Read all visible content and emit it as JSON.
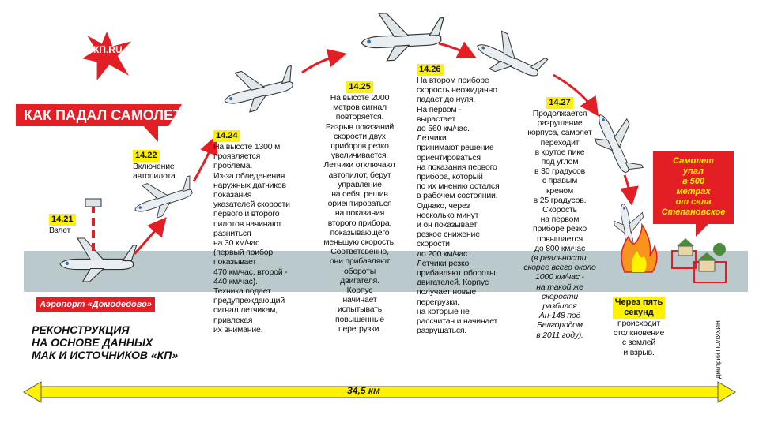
{
  "header": {
    "logo_text": "КП.RU",
    "title": "КАК ПАДАЛ САМОЛЕТ"
  },
  "events": [
    {
      "time": "14.21",
      "text": "Взлет"
    },
    {
      "time": "14.22",
      "text": "Включение\nавтопилота"
    },
    {
      "time": "14.24",
      "text": "На высоте 1300 м\nпроявляется\nпроблема.\nИз-за обледенения\nнаружных датчиков\nпоказания\nуказателей скорости\nпервого и второго\nпилотов начинают\nразниться\nна 30 км/час\n(первый прибор\nпоказывает\n470 км/час, второй -\n440 км/час).\nТехника подает\nпредупреждающий\nсигнал летчикам,\nпривлекая\nих внимание."
    },
    {
      "time": "14.25",
      "text": "На высоте 2000\nметров сигнал\nповторяется.\nРазрыв показаний\nскорости двух\nприборов резко\nувеличивается.\nЛетчики отключают\nавтопилот, берут\nуправление\nна себя, решив\nориентироваться\nна показания\nвторого прибора,\nпоказывающего\nменьшую скорость.\nСоответсвенно,\nони прибавляют\nобороты\nдвигателя.\nКорпус\nначинает\nиспытывать\nповышенные\nперегрузки."
    },
    {
      "time": "14.26",
      "text": "На втором приборе\nскорость неожиданно\nпадает до нуля.\nНа первом -\nвырастает\nдо 560 км/час.\nЛетчики\nпринимают решение\nориентироваться\nна показания первого\nприбора, который\nпо их мнению остался\nв рабочем состоянии.\nОднако, через\nнесколько минут\nи он показывает\nрезкое снижение\nскорости\nдо 200 км/час.\nЛетчики резко\nприбавляют обороты\nдвигателей. Корпус\nполучает новые\nперегрузки,\nна которые не\nрассчитан и начинает\nразрушаться."
    },
    {
      "time": "14.27",
      "text": "Продолжается\nразрушение\nкорпуса, самолет\nпереходит\nв крутое пике\nпод углом\nв 30 градусов\nс правым\nкреном\nв 25 градусов.\nСкорость\nна первом\nприборе резко\nповышается\nдо 800 км/час",
      "note": "(в реальности,\nскорее всего около\n1000 км/час -\nна такой же\nскорости\nразбился\nАн-148 под\nБелгородом\nв 2011 году)."
    },
    {
      "time": "Через пять\nсекунд",
      "text": "происходит\nстолкновение\nс землей\nи взрыв."
    }
  ],
  "crash_box": "Самолет\nупал\nв 500\nметрах\nот села\nСтепановское",
  "airport_label": "Аэропорт «Домодедово»",
  "reconstruction": "РЕКОНСТРУКЦИЯ\nНА ОСНОВЕ ДАННЫХ\nМАК И ИСТОЧНИКОВ «КП»",
  "distance": "34,5 км",
  "author": "Дмитрий ПОЛУХИН",
  "colors": {
    "red": "#e31e24",
    "yellow": "#fff200",
    "ground": "#b9c9cc"
  }
}
